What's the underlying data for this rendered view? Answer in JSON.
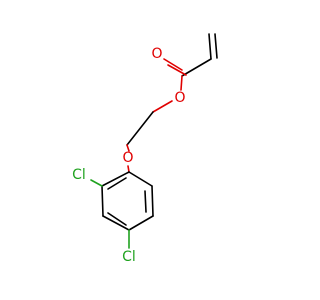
{
  "molecule": {
    "atoms": {
      "carbonyl_oxygen": "O",
      "ester_oxygen": "O",
      "ether_oxygen": "O",
      "chlorine_ortho": "Cl",
      "chlorine_para": "Cl"
    },
    "colors": {
      "bond": "#000000",
      "oxygen": "#e00000",
      "chlorine": "#1fa21f",
      "background": "#ffffff"
    }
  }
}
